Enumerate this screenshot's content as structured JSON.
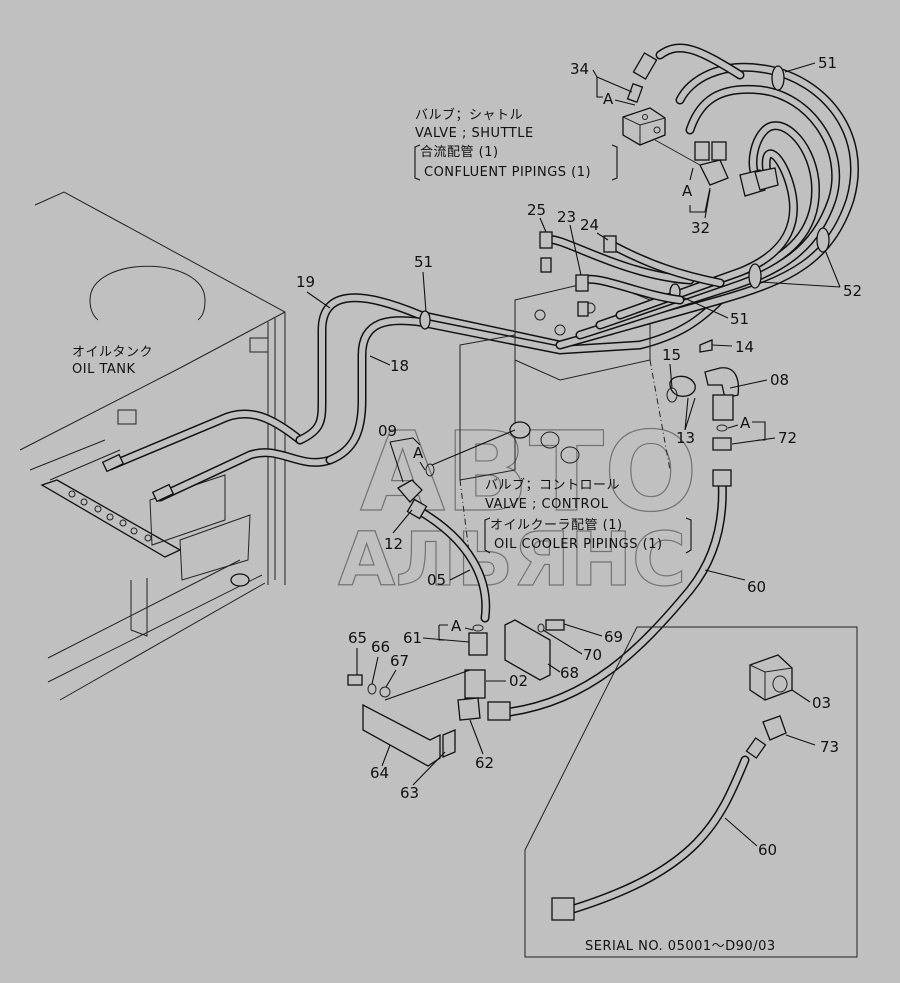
{
  "title": "Oil cooler and confluent pipings parts diagram",
  "captions": {
    "shuttle_valve_jp": "バルブ；シャトル",
    "shuttle_valve_en": "VALVE ; SHUTTLE",
    "confluent_jp": "合流配管 (1)",
    "confluent_en": "CONFLUENT  PIPINGS (1)",
    "oil_tank_jp": "オイルタンク",
    "oil_tank_en": "OIL  TANK",
    "control_valve_jp": "バルブ；コントロール",
    "control_valve_en": "VALVE ; CONTROL",
    "oil_cooler_jp": "オイルクーラ配管 (1)",
    "oil_cooler_en": "OIL  COOLER  PIPINGS (1)"
  },
  "inset": {
    "serial_label": "SERIAL NO. 05001～D90/03"
  },
  "watermark": {
    "line1": "АВТО",
    "line2": "АЛЬЯНС"
  },
  "detail_marker": "A",
  "part_labels": {
    "p34": "34",
    "p51a": "51",
    "p32": "32",
    "p25": "25",
    "p23": "23",
    "p24": "24",
    "p52": "52",
    "p19": "19",
    "p51b": "51",
    "p18": "18",
    "p51c": "51",
    "p15": "15",
    "p14": "14",
    "p08": "08",
    "p13": "13",
    "p72": "72",
    "p09": "09",
    "p12": "12",
    "p05": "05",
    "p60a": "60",
    "p65": "65",
    "p66": "66",
    "p67": "67",
    "p61": "61",
    "p02": "02",
    "p69": "69",
    "p70": "70",
    "p68": "68",
    "p64": "64",
    "p62": "62",
    "p63": "63",
    "p03": "03",
    "p73": "73",
    "p60b": "60"
  }
}
